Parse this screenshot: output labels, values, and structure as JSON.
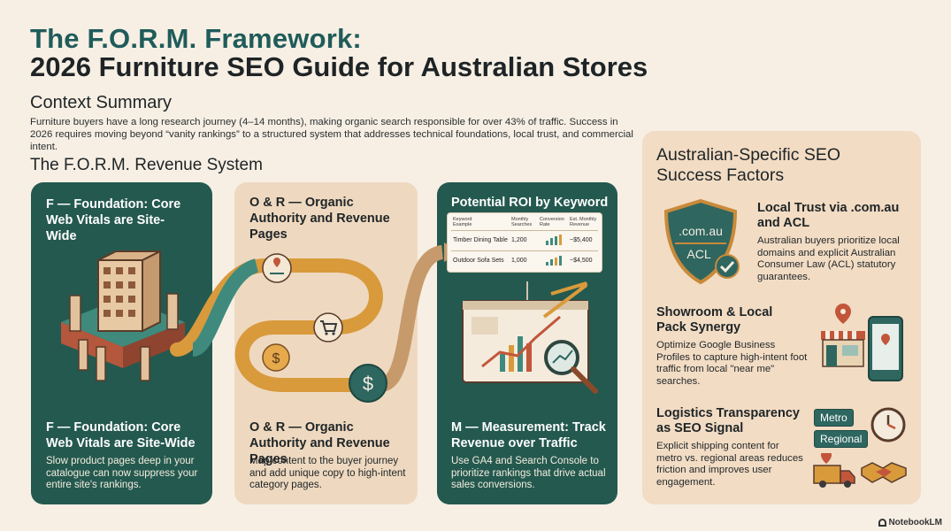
{
  "header": {
    "title_line1": "The F.O.R.M. Framework:",
    "title_line2": "2026 Furniture SEO Guide for Australian Stores"
  },
  "context": {
    "heading": "Context Summary",
    "text": "Furniture buyers have a long research journey (4–14 months), making organic search responsible for over 43% of traffic. Success in 2026 requires moving beyond “vanity rankings” to a structured system that addresses technical foundations, local trust, and commercial intent."
  },
  "system": {
    "heading": "The F.O.R.M. Revenue System",
    "panel_f": {
      "top_title": "F — Foundation: Core Web Vitals are Site-Wide",
      "bottom_title": "F — Foundation: Core Web Vitals are Site-Wide",
      "text": "Slow product pages deep in your catalogue can now suppress your entire site's rankings."
    },
    "panel_or": {
      "top_title": "O & R — Organic Authority and Revenue Pages",
      "bottom_title": "O & R — Organic Authority and Revenue Pages",
      "text": "Map content to the buyer journey and add unique copy to high-intent category pages."
    },
    "panel_m": {
      "top_title": "Potential ROI by Keyword",
      "bottom_title": "M — Measurement: Track Revenue over Traffic",
      "text": "Use GA4 and Search Console to prioritize rankings that drive actual sales conversions."
    }
  },
  "roi_table": {
    "headers": [
      "Keyword Example",
      "Monthly Searches",
      "Conversion Rate",
      "Est. Monthly Revenue"
    ],
    "rows": [
      {
        "keyword": "Timber Dining Table",
        "searches": "1,200",
        "revenue": "~$5,400"
      },
      {
        "keyword": "Outdoor Sofa Sets",
        "searches": "1,000",
        "revenue": "~$4,500"
      }
    ]
  },
  "sidebar": {
    "heading": "Australian-Specific SEO Success Factors",
    "shield_top": ".com.au",
    "shield_bottom": "ACL",
    "items": [
      {
        "title": "Local Trust via .com.au and ACL",
        "text": "Australian buyers prioritize local domains and explicit Australian Consumer Law (ACL) statutory guarantees."
      },
      {
        "title": "Showroom & Local Pack Synergy",
        "text": "Optimize Google Business Profiles to capture high-intent foot traffic from local \"near me\" searches."
      },
      {
        "title": "Logistics Transparency as SEO Signal",
        "text": "Explicit shipping content for metro vs. regional areas reduces friction and improves user engagement."
      }
    ],
    "tag_metro": "Metro",
    "tag_regional": "Regional"
  },
  "brand": "NotebookLM",
  "colors": {
    "teal": "#24594f",
    "beige": "#eed9c0",
    "background": "#f7efe4",
    "accent_orange": "#d99a3c"
  }
}
